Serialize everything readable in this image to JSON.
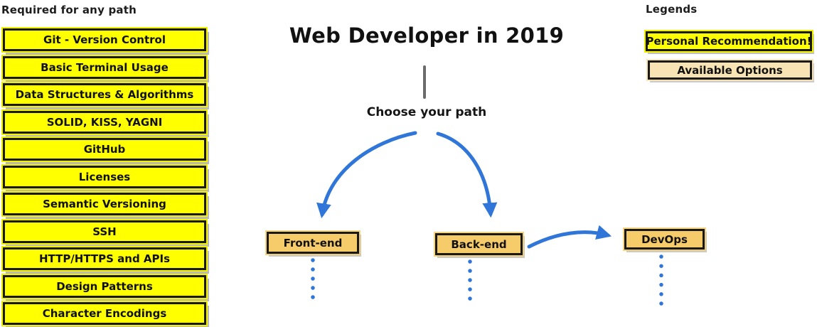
{
  "required": {
    "title": "Required for any path",
    "items": [
      "Git - Version Control",
      "Basic Terminal Usage",
      "Data Structures & Algorithms",
      "SOLID, KISS, YAGNI",
      "GitHub",
      "Licenses",
      "Semantic Versioning",
      "SSH",
      "HTTP/HTTPS and APIs",
      "Design Patterns",
      "Character Encodings"
    ]
  },
  "center": {
    "title": "Web Developer in 2019",
    "choose_label": "Choose your path",
    "paths": [
      {
        "label": "Front-end"
      },
      {
        "label": "Back-end"
      },
      {
        "label": "DevOps"
      }
    ]
  },
  "legend": {
    "title": "Legends",
    "items": [
      {
        "label": "Personal Recommendation!",
        "color": "#ffff00"
      },
      {
        "label": "Available Options",
        "color": "#f7e3b3"
      }
    ]
  },
  "colors": {
    "node_yellow": "#ffff00",
    "node_gold": "#f6cc6a",
    "node_light_tan": "#f7e3b3",
    "arrow_blue": "#3076d9",
    "border_black": "#191919",
    "stem_gray": "#6b6b6b"
  }
}
